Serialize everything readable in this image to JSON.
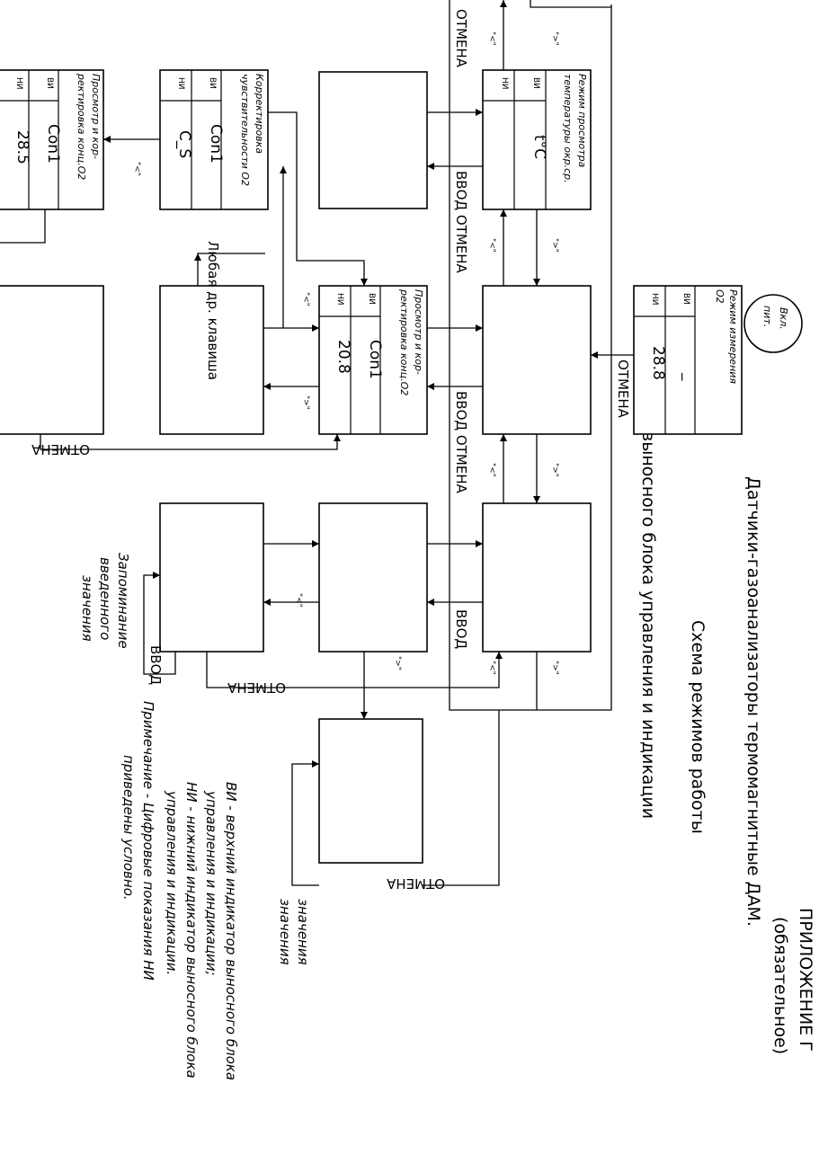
{
  "title": {
    "appendix": "ПРИЛОЖЕНИЕ Г",
    "status": "(обязательное)",
    "subject": "Датчики-газоанализаторы термомагнитные ДАМ.",
    "scheme": "Схема режимов работы",
    "unit": "выносного блока управления и индикации"
  },
  "start_node": {
    "line1": "Вкл.",
    "line2": "пит."
  },
  "blocks": {
    "measure": {
      "title_l1": "Режим измерения",
      "title_l2": "O2",
      "vi_label": "ВИ",
      "vi_value": "_",
      "ni_label": "НИ",
      "ni_value": "28.8"
    },
    "temp": {
      "title_l1": "Режим просмотра",
      "title_l2": "температуры окр.ср.",
      "vi_label": "ВИ",
      "vi_value": "t°C",
      "ni_label": "НИ",
      "ni_value": ""
    },
    "conc_view": {
      "title_l1": "Просмотр и кор-",
      "title_l2": "ректировка конц.O2",
      "vi_label": "ВИ",
      "vi_value": "Con1",
      "ni_label": "НИ",
      "ni_value": "20.8"
    },
    "sens_corr": {
      "title_l1": "Корректировка",
      "title_l2": "чувствительности O2",
      "vi_label": "ВИ",
      "vi_value": "Con1",
      "ni_label": "НИ",
      "ni_value": "C_S"
    },
    "conc_view2": {
      "title_l1": "Просмотр и кор-",
      "title_l2": "ректировка конц.O2",
      "vi_label": "ВИ",
      "vi_value": "Con1",
      "ni_label": "НИ",
      "ni_value": "28.5"
    }
  },
  "labels": {
    "otmena": "ОТМЕНА",
    "vvod": "ВВОД",
    "vvod_otmena": "ВВОД ОТМЕНА",
    "key_less": "\"<\"",
    "key_greater": "\">\"",
    "any_key": "Любая др. клавиша",
    "store": [
      "Запоминание",
      "введенного",
      "значения"
    ],
    "store2": [
      "значения",
      "значения"
    ]
  },
  "notes": {
    "vi_l1": "ВИ - верхний индикатор выносного блока",
    "vi_l2": "управления и индикации;",
    "ni_l1": "НИ - нижний индикатор выносного блока",
    "ni_l2": "управления и индикации.",
    "remark_l1": "Примечание - Цифровые показания НИ",
    "remark_l2": "приведены условно."
  }
}
